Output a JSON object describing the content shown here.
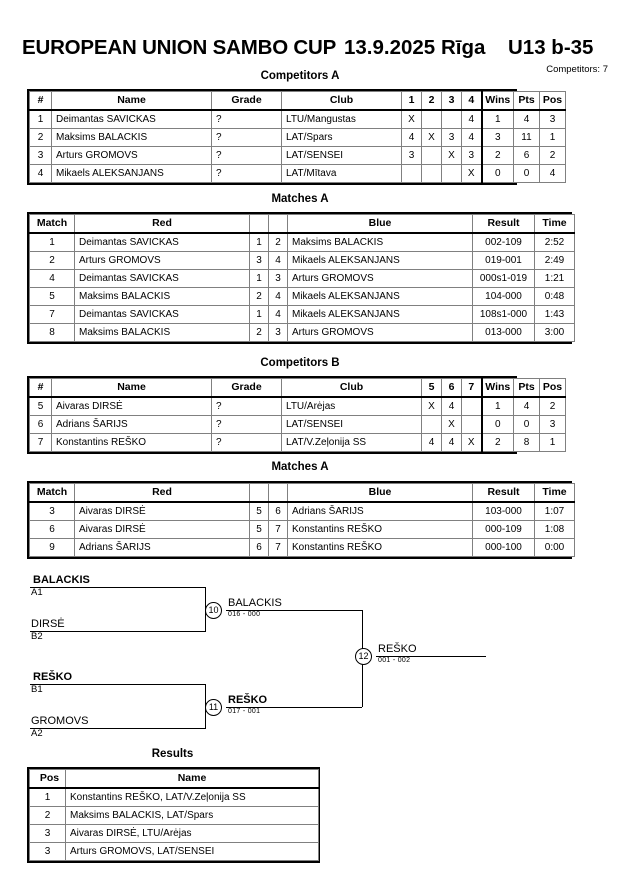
{
  "header": {
    "event": "EUROPEAN UNION SAMBO CUP",
    "date": "13.9.2025",
    "city": "Rīga",
    "category": "U13 b-35",
    "competitors_count": "Competitors: 7"
  },
  "sections": {
    "competitors_a": "Competitors A",
    "matches_a1": "Matches A",
    "competitors_b": "Competitors B",
    "matches_a2": "Matches A",
    "results": "Results"
  },
  "competitors_table": {
    "headers": [
      "#",
      "Name",
      "Grade",
      "Club",
      "Wins",
      "Pts",
      "Pos"
    ],
    "group_a": {
      "opponent_headers": [
        "1",
        "2",
        "3",
        "4"
      ],
      "rows": [
        {
          "num": "1",
          "name": "Deimantas SAVICKAS",
          "grade": "?",
          "club": "LTU/Mangustas",
          "scores": [
            "X",
            "",
            "",
            "4"
          ],
          "wins": "1",
          "pts": "4",
          "pos": "3"
        },
        {
          "num": "2",
          "name": "Maksims BALACKIS",
          "grade": "?",
          "club": "LAT/Spars",
          "scores": [
            "4",
            "X",
            "3",
            "4"
          ],
          "wins": "3",
          "pts": "11",
          "pos": "1"
        },
        {
          "num": "3",
          "name": "Arturs GROMOVS",
          "grade": "?",
          "club": "LAT/SENSEI",
          "scores": [
            "3",
            "",
            "X",
            "3"
          ],
          "wins": "2",
          "pts": "6",
          "pos": "2"
        },
        {
          "num": "4",
          "name": "Mikaels ALEKSANJANS",
          "grade": "?",
          "club": "LAT/Mītava",
          "scores": [
            "",
            "",
            "",
            "X"
          ],
          "wins": "0",
          "pts": "0",
          "pos": "4"
        }
      ]
    },
    "group_b": {
      "opponent_headers": [
        "5",
        "6",
        "7"
      ],
      "rows": [
        {
          "num": "5",
          "name": "Aivaras DIRSĖ",
          "grade": "?",
          "club": "LTU/Arėjas",
          "scores": [
            "X",
            "4",
            ""
          ],
          "wins": "1",
          "pts": "4",
          "pos": "2"
        },
        {
          "num": "6",
          "name": "Adrians ŠARIJS",
          "grade": "?",
          "club": "LAT/SENSEI",
          "scores": [
            "",
            "X",
            ""
          ],
          "wins": "0",
          "pts": "0",
          "pos": "3"
        },
        {
          "num": "7",
          "name": "Konstantins REŠKO",
          "grade": "?",
          "club": "LAT/V.Zeļonija SS",
          "scores": [
            "4",
            "4",
            "X"
          ],
          "wins": "2",
          "pts": "8",
          "pos": "1"
        }
      ]
    }
  },
  "matches_table": {
    "headers": [
      "Match",
      "Red",
      "Blue",
      "Result",
      "Time"
    ],
    "group_a": [
      {
        "match": "1",
        "red": "Deimantas SAVICKAS",
        "red_bold": false,
        "red_num": "1",
        "blue_num": "2",
        "blue": "Maksims BALACKIS",
        "blue_bold": true,
        "result": "002-109",
        "time": "2:52"
      },
      {
        "match": "2",
        "red": "Arturs GROMOVS",
        "red_bold": true,
        "red_num": "3",
        "blue_num": "4",
        "blue": "Mikaels ALEKSANJANS",
        "blue_bold": false,
        "result": "019-001",
        "time": "2:49"
      },
      {
        "match": "4",
        "red": "Deimantas SAVICKAS",
        "red_bold": false,
        "red_num": "1",
        "blue_num": "3",
        "blue": "Arturs GROMOVS",
        "blue_bold": true,
        "result": "000s1-019",
        "time": "1:21"
      },
      {
        "match": "5",
        "red": "Maksims BALACKIS",
        "red_bold": true,
        "red_num": "2",
        "blue_num": "4",
        "blue": "Mikaels ALEKSANJANS",
        "blue_bold": false,
        "result": "104-000",
        "time": "0:48"
      },
      {
        "match": "7",
        "red": "Deimantas SAVICKAS",
        "red_bold": true,
        "red_num": "1",
        "blue_num": "4",
        "blue": "Mikaels ALEKSANJANS",
        "blue_bold": false,
        "result": "108s1-000",
        "time": "1:43"
      },
      {
        "match": "8",
        "red": "Maksims BALACKIS",
        "red_bold": true,
        "red_num": "2",
        "blue_num": "3",
        "blue": "Arturs GROMOVS",
        "blue_bold": false,
        "result": "013-000",
        "time": "3:00"
      }
    ],
    "group_b": [
      {
        "match": "3",
        "red": "Aivaras DIRSĖ",
        "red_bold": true,
        "red_num": "5",
        "blue_num": "6",
        "blue": "Adrians ŠARIJS",
        "blue_bold": false,
        "result": "103-000",
        "time": "1:07"
      },
      {
        "match": "6",
        "red": "Aivaras DIRSĖ",
        "red_bold": false,
        "red_num": "5",
        "blue_num": "7",
        "blue": "Konstantins REŠKO",
        "blue_bold": true,
        "result": "000-109",
        "time": "1:08"
      },
      {
        "match": "9",
        "red": "Adrians ŠARIJS",
        "red_bold": false,
        "red_num": "6",
        "blue_num": "7",
        "blue": "Konstantins REŠKO",
        "blue_bold": true,
        "result": "000-100",
        "time": "0:00"
      }
    ]
  },
  "bracket": {
    "entries": [
      {
        "name": "BALACKIS",
        "seed": "A1",
        "winner": true
      },
      {
        "name": "DIRSĖ",
        "seed": "B2",
        "winner": false
      },
      {
        "name": "REŠKO",
        "seed": "B1",
        "winner": true
      },
      {
        "name": "GROMOVS",
        "seed": "A2",
        "winner": false
      }
    ],
    "nodes": [
      {
        "id": "10",
        "winner": "BALACKIS",
        "score": "016 - 000",
        "bold": false
      },
      {
        "id": "11",
        "winner": "REŠKO",
        "score": "017 - 001",
        "bold": true
      },
      {
        "id": "12",
        "winner": "REŠKO",
        "score": "001 - 002",
        "bold": false
      }
    ]
  },
  "results_table": {
    "headers": [
      "Pos",
      "Name"
    ],
    "rows": [
      {
        "pos": "1",
        "name": "Konstantins REŠKO, LAT/V.Zeļonija SS"
      },
      {
        "pos": "2",
        "name": "Maksims BALACKIS, LAT/Spars"
      },
      {
        "pos": "3",
        "name": "Aivaras DIRSĖ, LTU/Arėjas"
      },
      {
        "pos": "3",
        "name": "Arturs GROMOVS, LAT/SENSEI"
      }
    ]
  }
}
